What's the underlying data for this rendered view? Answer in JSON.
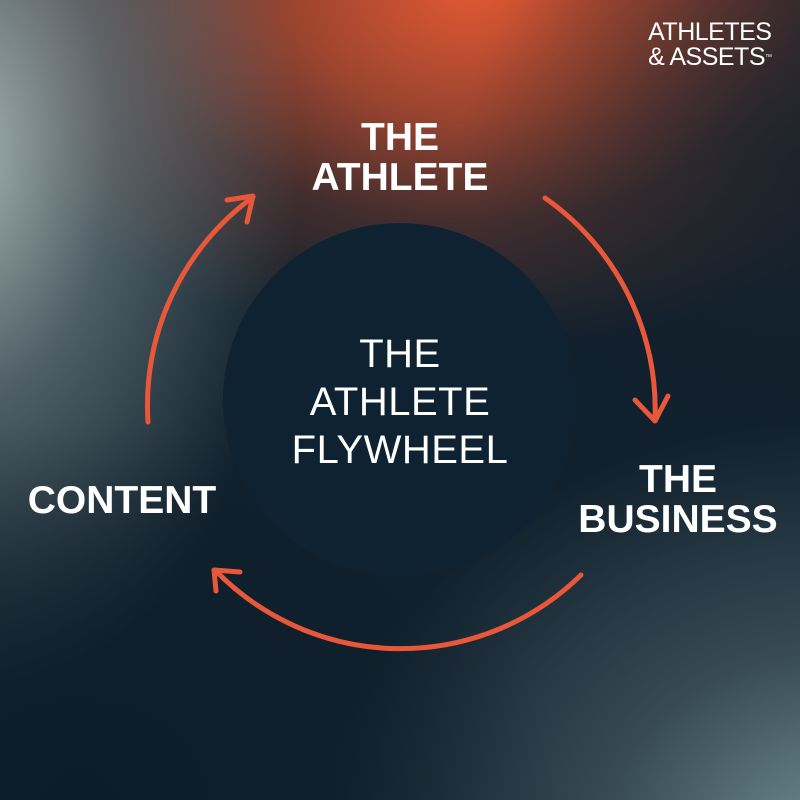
{
  "brand": {
    "logo_line1": "ATHLETES",
    "logo_line2": "& ASSETS",
    "trademark": "™"
  },
  "diagram": {
    "center": {
      "line1": "THE",
      "line2": "ATHLETE",
      "line3": "FLYWHEEL"
    },
    "nodes": {
      "athlete": {
        "line1": "THE",
        "line2": "ATHLETE"
      },
      "business": {
        "line1": "THE",
        "line2": "BUSINESS"
      },
      "content": {
        "line1": "CONTENT"
      }
    },
    "cycle_order": [
      "THE ATHLETE",
      "THE BUSINESS",
      "CONTENT"
    ]
  },
  "colors": {
    "arrow": "#e8573a",
    "center_disc": "#0f2231",
    "text": "#ffffff"
  }
}
